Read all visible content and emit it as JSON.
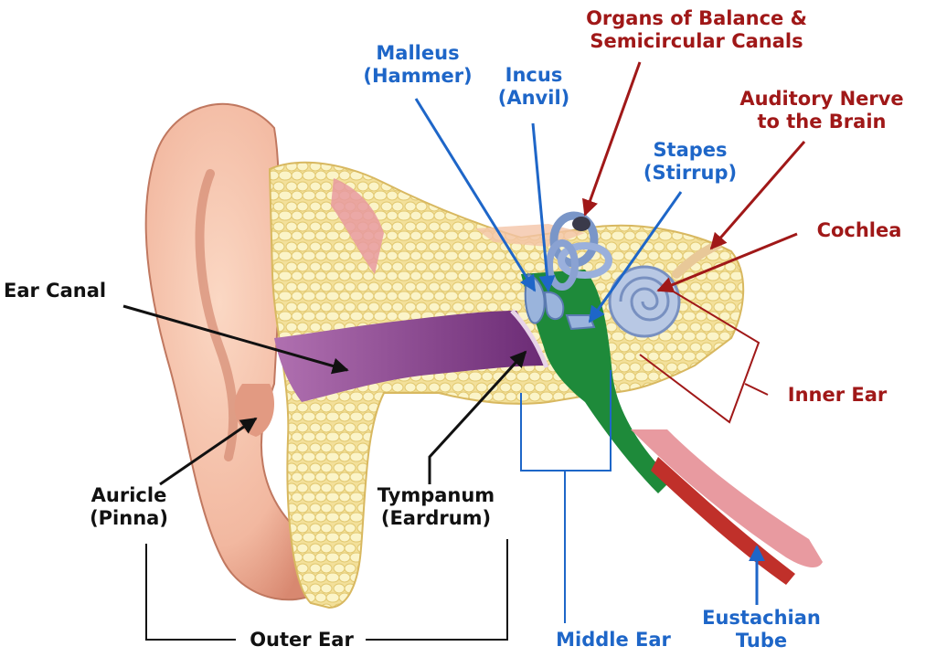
{
  "colors": {
    "black_label": "#111111",
    "blue_label": "#1e66c8",
    "red_label": "#a01818",
    "skin": "#f2b8a0",
    "skin_dark": "#d88870",
    "bone": "#f6e8b0",
    "bone_cell": "#fbf4c8",
    "canal": "#7a3a80",
    "middle_ear": "#1e8a3a",
    "tube_red": "#c0302a",
    "muscle_pink": "#e89aa0"
  },
  "labels": {
    "ear_canal": "Ear Canal",
    "auricle": [
      "Auricle",
      "(Pinna)"
    ],
    "tympanum": [
      "Tympanum",
      "(Eardrum)"
    ],
    "outer_ear": "Outer Ear",
    "malleus": [
      "Malleus",
      "(Hammer)"
    ],
    "incus": [
      "Incus",
      "(Anvil)"
    ],
    "stapes": [
      "Stapes",
      "(Stirrup)"
    ],
    "middle_ear": "Middle Ear",
    "organs_balance": [
      "Organs of Balance &",
      "Semicircular Canals"
    ],
    "auditory_nerve": [
      "Auditory Nerve",
      "to the Brain"
    ],
    "cochlea": "Cochlea",
    "inner_ear": "Inner Ear",
    "eustachian": [
      "Eustachian",
      "Tube"
    ]
  }
}
